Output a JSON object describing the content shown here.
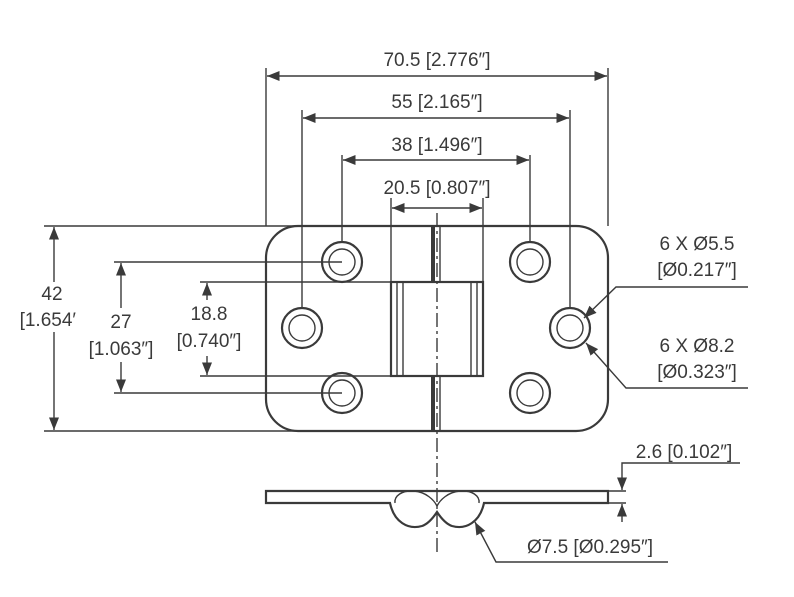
{
  "dimensions": {
    "overall_width": "70.5 [2.776″]",
    "hole_span_outer": "55 [2.165″]",
    "hole_span_inner": "38 [1.496″]",
    "knuckle_width": "20.5 [0.807″]",
    "height_mm": "42",
    "height_in": "[1.654″]",
    "hole_vertical_mm": "27",
    "hole_vertical_in": "[1.063″]",
    "knuckle_height_mm": "18.8",
    "knuckle_height_in": "[0.740″]",
    "hole_count_small": "6 X Ø5.5",
    "hole_small_in": "[Ø0.217″]",
    "hole_count_large": "6 X Ø8.2",
    "hole_large_in": "[Ø0.323″]",
    "thickness": "2.6 [0.102″]",
    "pin_diameter": "Ø7.5 [Ø0.295″]"
  },
  "colors": {
    "line": "#3a3a3a",
    "background": "#ffffff"
  }
}
